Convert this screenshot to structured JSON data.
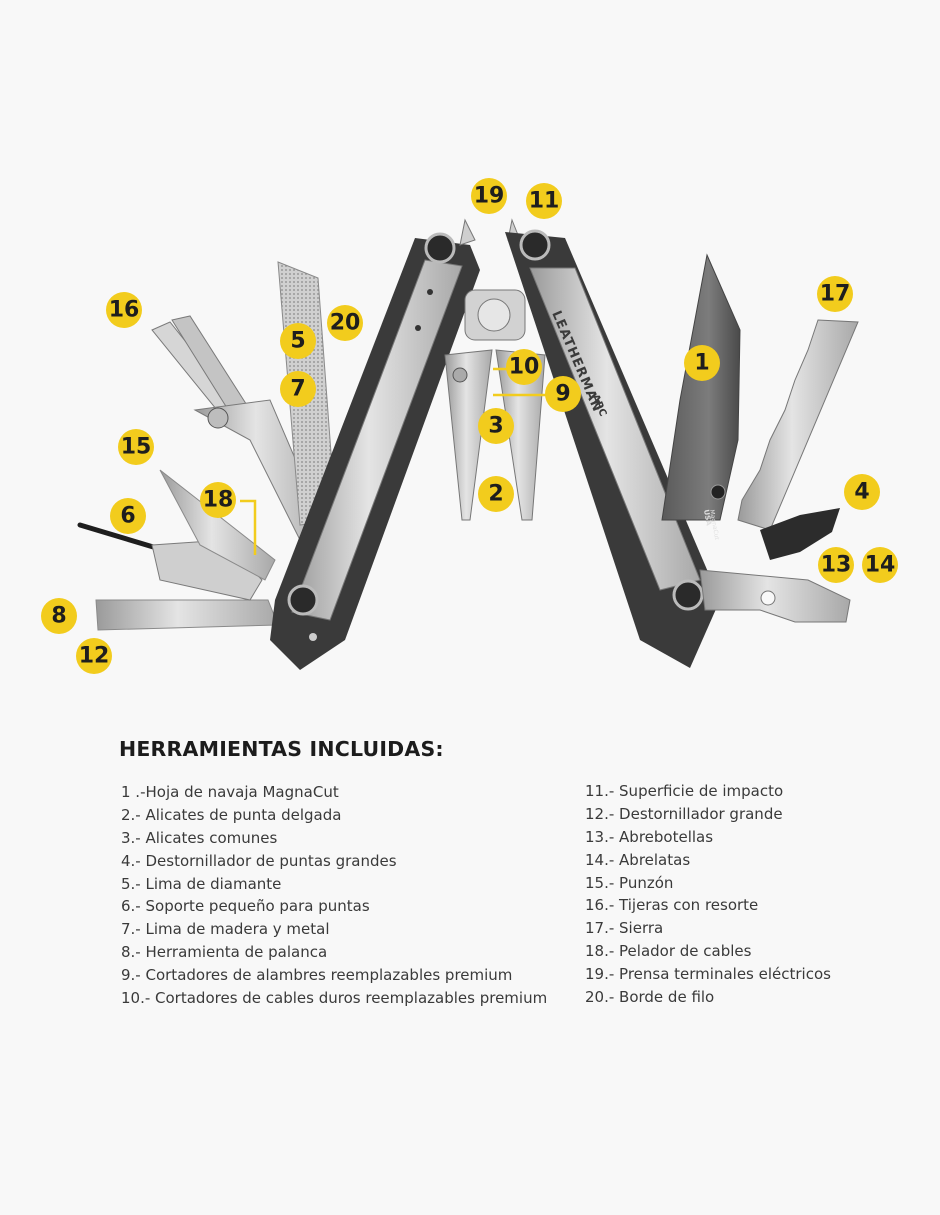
{
  "brand": {
    "handle_engraving": "LEATHERMAN",
    "model_engraving": "ARC",
    "blade_origin": "USA",
    "blade_steel": "MagnaCut"
  },
  "colors": {
    "badge": "#f2cc1d",
    "badge_text": "#1e1e1e",
    "heading": "#1c1c1c",
    "list_text": "#3a3a3a",
    "background": "#f8f8f8",
    "steel": "#c9c9c9",
    "handle_dark": "#3a3a3a",
    "blade_dark": "#6a6a6a"
  },
  "badges": [
    {
      "number": "1",
      "tool": "blade"
    },
    {
      "number": "2",
      "tool": "needlenose-pliers"
    },
    {
      "number": "3",
      "tool": "regular-pliers"
    },
    {
      "number": "4",
      "tool": "bit-driver"
    },
    {
      "number": "5",
      "tool": "diamond-file"
    },
    {
      "number": "6",
      "tool": "bit-holder"
    },
    {
      "number": "7",
      "tool": "wood-metal-file"
    },
    {
      "number": "8",
      "tool": "pry-tool"
    },
    {
      "number": "9",
      "tool": "wire-cutters"
    },
    {
      "number": "10",
      "tool": "hard-wire-cutters"
    },
    {
      "number": "11",
      "tool": "hammer-surface"
    },
    {
      "number": "12",
      "tool": "large-screwdriver"
    },
    {
      "number": "13",
      "tool": "bottle-opener"
    },
    {
      "number": "14",
      "tool": "can-opener"
    },
    {
      "number": "15",
      "tool": "awl"
    },
    {
      "number": "16",
      "tool": "spring-scissors"
    },
    {
      "number": "17",
      "tool": "saw"
    },
    {
      "number": "18",
      "tool": "wire-stripper"
    },
    {
      "number": "19",
      "tool": "crimper"
    },
    {
      "number": "20",
      "tool": "cutting-hook"
    }
  ],
  "section": {
    "heading": "HERRAMIENTAS INCLUIDAS:",
    "left_items": [
      "1 .-Hoja de navaja MagnaCut",
      "2.- Alicates de punta delgada",
      "3.- Alicates comunes",
      "4.- Destornillador de puntas grandes",
      "5.- Lima de diamante",
      "6.- Soporte pequeño para puntas",
      "7.- Lima de madera y metal",
      "8.- Herramienta de palanca",
      "9.- Cortadores de alambres reemplazables premium",
      "10.- Cortadores de cables duros reemplazables premium"
    ],
    "right_items": [
      "11.- Superficie de impacto",
      "12.- Destornillador grande",
      "13.- Abrebotellas",
      "14.- Abrelatas",
      "15.- Punzón",
      "16.- Tijeras con resorte",
      "17.- Sierra",
      "18.- Pelador de cables",
      "19.- Prensa terminales eléctricos",
      "20.- Borde de filo"
    ]
  }
}
